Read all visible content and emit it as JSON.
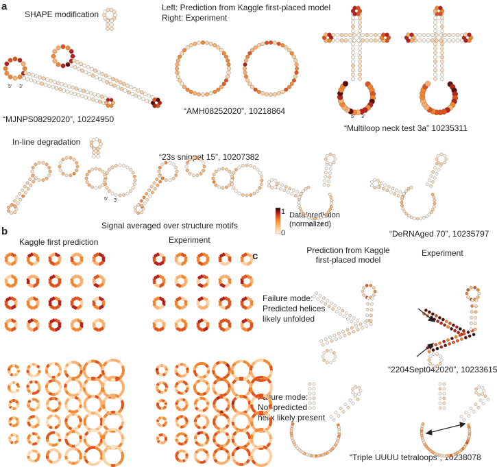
{
  "panels": {
    "a": "a",
    "b": "b",
    "c": "c"
  },
  "a": {
    "shape_title": "SHAPE modification",
    "legend_line1": "Left: Prediction from Kaggle first-placed model",
    "legend_line2": "Right: Experiment",
    "cap1": "“MJNPS08292020”, 10224950",
    "cap2": "“AMH08252020”, 10218864",
    "cap3": "“Multiloop neck test 3a” 10235311",
    "inline_title": "In-line degradation",
    "cap4": "“23s snippet 15”, 10207382",
    "cap5": "“DeRNAged 70”, 10235797",
    "end5": "5′",
    "end3": "3′"
  },
  "colorbar": {
    "title": "Data/prediction",
    "subtitle": "(normalized)",
    "max": "1",
    "min": "0",
    "colors": [
      "#fff3e0",
      "#fdbf6f",
      "#f47a1f",
      "#c8221a",
      "#5e0b0b",
      "#1a0505"
    ]
  },
  "b": {
    "subtitle": "Signal averaged over structure motifs",
    "left_title": "Kaggle first prediction",
    "right_title": "Experiment"
  },
  "c": {
    "col1_line1": "Prediction from Kaggle",
    "col1_line2": "first-placed model",
    "col2": "Experiment",
    "fm1_l1": "Failure mode:",
    "fm1_l2": "Predicted helices",
    "fm1_l3": "likely unfolded",
    "cap1": "“2204Sept042020”, 10233615",
    "fm2_l1": "Failure mode:",
    "fm2_l2": "Not-predicted",
    "fm2_l3": "helix likely present",
    "cap2": "“Triple UUUU tetraloops”, 10238078"
  }
}
